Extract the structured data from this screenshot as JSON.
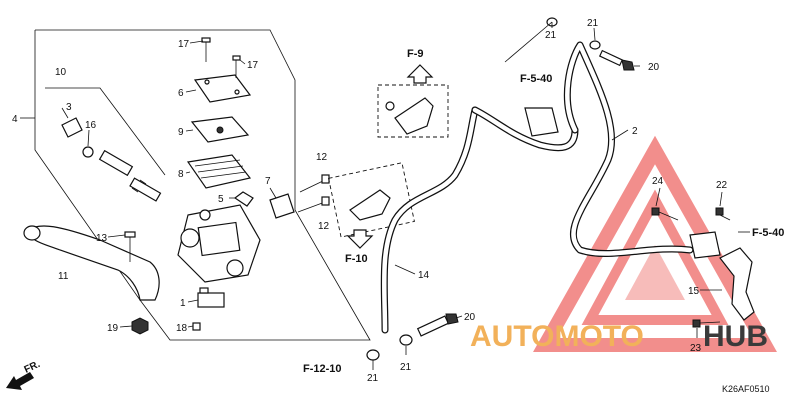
{
  "callouts": [
    "1",
    "2",
    "3",
    "4",
    "5",
    "6",
    "7",
    "8",
    "9",
    "10",
    "11",
    "12",
    "12",
    "13",
    "14",
    "15",
    "16",
    "17",
    "17",
    "18",
    "19",
    "20",
    "20",
    "21",
    "21",
    "21",
    "21",
    "21",
    "22",
    "23",
    "24"
  ],
  "references": {
    "f9": "F-9",
    "f540_top": "F-5-40",
    "f540_right": "F-5-40",
    "f10": "F-10",
    "f1210": "F-12-10"
  },
  "direction": {
    "label": "FR."
  },
  "diagram_code": "K26AF0510",
  "watermark": {
    "part1": "AUTOMOTO",
    "part2": "HUB",
    "color1": "#f2b15a",
    "color2": "#3a3a3a",
    "triangle_color": "#e8332f"
  }
}
